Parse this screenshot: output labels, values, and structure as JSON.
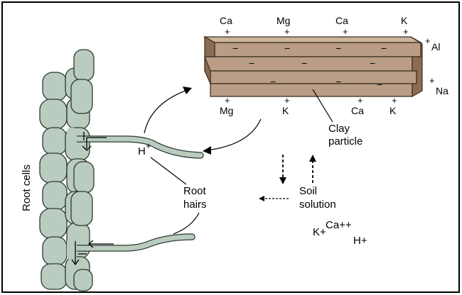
{
  "clay": {
    "top_cations": [
      "Ca",
      "Mg",
      "Ca",
      "K"
    ],
    "bottom_cations": [
      "Mg",
      "K",
      "Ca",
      "K"
    ],
    "side_cations": [
      "Al",
      "Na"
    ],
    "plus": "+",
    "minus": "−",
    "label_line1": "Clay",
    "label_line2": "particle"
  },
  "root": {
    "cells_label": "Root cells",
    "hairs_line1": "Root",
    "hairs_line2": "hairs",
    "hydrogen": "H",
    "hydrogen_charge": "+"
  },
  "soil": {
    "line1": "Soil",
    "line2": "solution",
    "ion_k": "K+",
    "ion_ca": "Ca++",
    "ion_h": "H+"
  },
  "colors": {
    "clay_front": "#b99d86",
    "clay_top": "#cdb49f",
    "clay_end": "#8a6c55",
    "cell_fill": "#b9ccbf",
    "outline": "#2b3a30"
  }
}
